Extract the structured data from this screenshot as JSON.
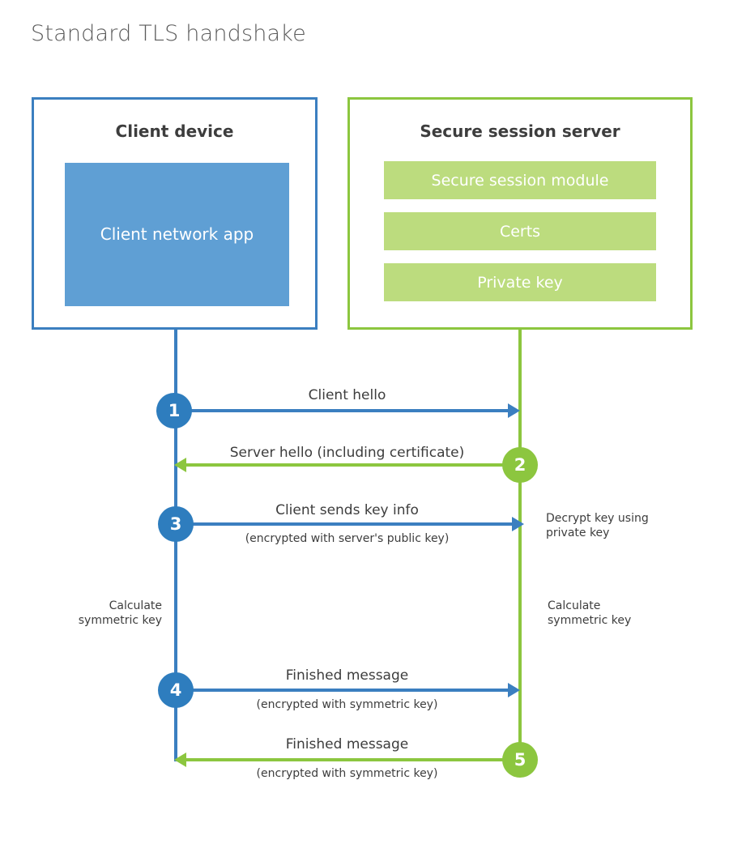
{
  "title": "Standard TLS handshake",
  "participants": {
    "client": {
      "title": "Client device",
      "border_color": "#3b7fc0",
      "block": {
        "label": "Client network app",
        "fill": "#5f9fd4"
      }
    },
    "server": {
      "title": "Secure session server",
      "border_color": "#8cc63f",
      "blocks": [
        {
          "label": "Secure session module",
          "fill": "#bcdc7e"
        },
        {
          "label": "Certs",
          "fill": "#bcdc7e"
        },
        {
          "label": "Private key",
          "fill": "#bcdc7e"
        }
      ]
    }
  },
  "steps": [
    {
      "number": "1",
      "label": "Client hello",
      "sublabel": "",
      "direction": "client-to-server",
      "color": "#2e7dbe"
    },
    {
      "number": "2",
      "label": "Server hello (including certificate)",
      "sublabel": "",
      "direction": "server-to-client",
      "color": "#8cc63f"
    },
    {
      "number": "3",
      "label": "Client sends key info",
      "sublabel": "(encrypted with server's public key)",
      "direction": "client-to-server",
      "color": "#2e7dbe"
    },
    {
      "number": "4",
      "label": "Finished message",
      "sublabel": "(encrypted with symmetric key)",
      "direction": "client-to-server",
      "color": "#2e7dbe"
    },
    {
      "number": "5",
      "label": "Finished message",
      "sublabel": "(encrypted with symmetric key)",
      "direction": "server-to-client",
      "color": "#8cc63f"
    }
  ],
  "annotations": {
    "server_decrypt": "Decrypt key using\nprivate key",
    "server_decrypt_line1": "Decrypt key using",
    "server_decrypt_line2": "private key",
    "client_calculate_line1": "Calculate",
    "client_calculate_line2": "symmetric key",
    "server_calculate_line1": "Calculate",
    "server_calculate_line2": "symmetric key"
  }
}
